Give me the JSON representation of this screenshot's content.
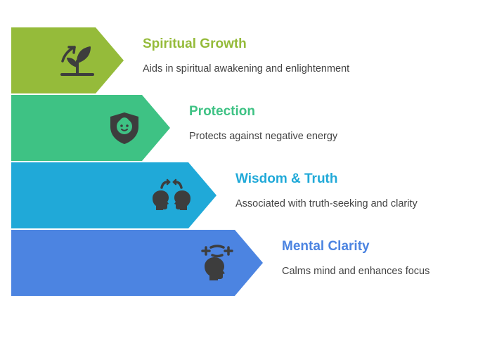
{
  "items": [
    {
      "title": "Spiritual Growth",
      "description": "Aids in spiritual awakening and enlightenment",
      "color": "#95BB3A",
      "icon": "sprout-growth-icon"
    },
    {
      "title": "Protection",
      "description": "Protects against negative energy",
      "color": "#3EC284",
      "icon": "shield-child-icon"
    },
    {
      "title": "Wisdom & Truth",
      "description": "Associated with truth-seeking and clarity",
      "color": "#20A9D8",
      "icon": "two-heads-thinking-icon"
    },
    {
      "title": "Mental Clarity",
      "description": "Calms mind and enhances focus",
      "color": "#4C84E1",
      "icon": "head-focus-icon"
    }
  ]
}
